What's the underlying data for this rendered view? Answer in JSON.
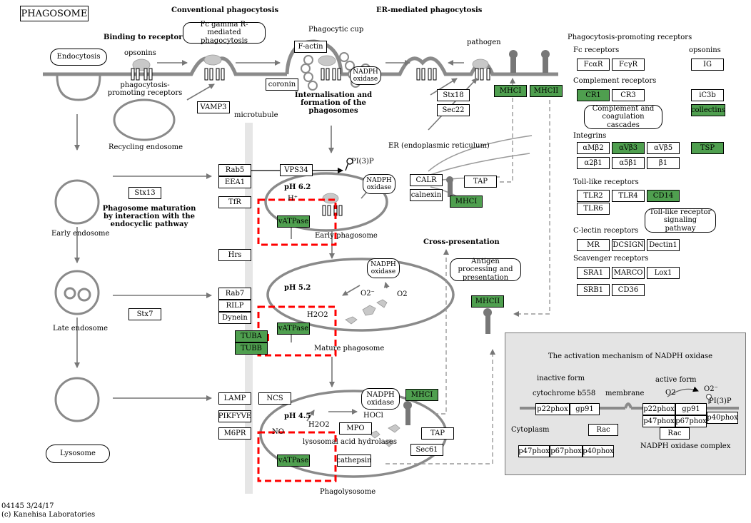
{
  "title": "PHAGOSOME",
  "section_headers": {
    "conventional": "Conventional phagocytosis",
    "er_mediated": "ER-mediated phagocytosis",
    "binding": "Binding to receptor",
    "internalisation": "Internalisation and formation of the phagosomes",
    "maturation": "Phagosome maturation by interaction with the endocyclic pathway",
    "cross": "Cross-presentation"
  },
  "labels": {
    "opsonins": "opsonins",
    "phago_receptors": "phagocytosis-promoting receptors",
    "phagocytic_cup": "Phagocytic cup",
    "pathogen": "pathogen",
    "microtubule": "microtubule",
    "recycling_endosome": "Recycling endosome",
    "early_endosome": "Early endosome",
    "late_endosome": "Late endosome",
    "er": "ER (endoplasmic reticulum)",
    "ph62": "pH 6.2",
    "ph52": "pH 5.2",
    "ph45": "pH 4.5",
    "early_phagosome": "Early phagosome",
    "mature_phagosome": "Mature phagosome",
    "phagolysosome": "Phagolysosome",
    "hplus": "H⁺",
    "o2minus": "O2⁻",
    "o2": "O2",
    "h2o2": "H2O2",
    "h2o2b": "H2O2",
    "hocl": "HOCl",
    "no": "NO",
    "pi3p": "PI(3)P",
    "lysosomal": "lysosomal acid hydrolases",
    "footer_id": "04145 3/24/17",
    "footer_copy": "(c) Kanehisa Laboratories"
  },
  "rounded_boxes": {
    "endocytosis": "Endocytosis",
    "fc_gamma": "Fc gamma R-mediated phagocytosis",
    "nadph_cup": "NADPH oxidase",
    "nadph_early": "NADPH oxidase",
    "nadph_mature": "NADPH oxidase",
    "nadph_lyso": "NADPH oxidase",
    "antigen": "Antigen processing and presentation",
    "lysosome": "Lysosome",
    "complement_cascades": "Complement and coagulation cascades",
    "tlr_pathway": "Toll-like receptor signaling pathway"
  },
  "genes": {
    "factin": "F-actin",
    "coronin": "coronin",
    "vamp3": "VAMP3",
    "stx18": "Stx18",
    "sec22": "Sec22",
    "mhci_top": "MHCI",
    "mhcii_top": "MHCII",
    "rab5": "Rab5",
    "eea1": "EEA1",
    "tfr": "TfR",
    "vps34": "VPS34",
    "stx13": "Stx13",
    "hrs": "Hrs",
    "rab7": "Rab7",
    "rilp": "RILP",
    "dynein": "Dynein",
    "tuba": "TUBA",
    "tubb": "TUBB",
    "stx7": "Stx7",
    "calr": "CALR",
    "calnexin": "calnexin",
    "tap_top": "TAP",
    "mhci_er": "MHCI",
    "vatpase1": "vATPase",
    "vatpase2": "vATPase",
    "vatpase3": "vATPase",
    "mhcii_mid": "MHCII",
    "lamp": "LAMP",
    "pikfyve": "PIKFYVE",
    "m6pr": "M6PR",
    "ncs": "NCS",
    "mpo": "MPO",
    "mhci_lyso": "MHCI",
    "tap_lyso": "TAP",
    "sec61": "Sec61",
    "cathepsin": "cathepsin"
  },
  "receptors_panel": {
    "heading": "Phagocytosis-promoting receptors",
    "fc_label": "Fc receptors",
    "opsonins_label": "opsonins",
    "fcar": "FcαR",
    "fcyr": "FcγR",
    "ig": "IG",
    "complement_label": "Complement receptors",
    "cr1": "CR1",
    "cr3": "CR3",
    "ic3b": "iC3b",
    "collectins": "collectins",
    "integrins_label": "Integrins",
    "amb2": "αMβ2",
    "avb3": "αVβ3",
    "avb5": "αVβ5",
    "tsp": "TSP",
    "a2b1": "α2β1",
    "a5b1": "α5β1",
    "b1": "β1",
    "tlr_label": "Toll-like receptors",
    "tlr2": "TLR2",
    "tlr4": "TLR4",
    "cd14": "CD14",
    "tlr6": "TLR6",
    "clectin_label": "C-lectin receptors",
    "mr": "MR",
    "dcsign": "DCSIGN",
    "dectin1": "Dectin1",
    "scavenger_label": "Scavenger receptors",
    "sra1": "SRA1",
    "marco": "MARCO",
    "lox1": "Lox1",
    "srb1": "SRB1",
    "cd36": "CD36"
  },
  "nadph_panel": {
    "heading": "The activation mechanism of NADPH oxidase",
    "inactive": "inactive form",
    "active": "active form",
    "cytochrome": "cytochrome b558",
    "membrane": "membrane",
    "cytoplasm": "Cytoplasm",
    "complex": "NADPH oxidase complex",
    "o2": "O2",
    "o2minus": "O2⁻",
    "pi3p": "PI(3)P",
    "p22a": "p22phox",
    "gp91a": "gp91",
    "rac_a": "Rac",
    "p47a": "p47phox",
    "p67a": "p67phox",
    "p40a": "p40phox",
    "p22b": "p22phox",
    "gp91b": "gp91",
    "p47b": "p47phox",
    "p67b": "p67phox",
    "p40b": "p40phox",
    "rac_b": "Rac"
  },
  "colors": {
    "highlight_green": "#4f9f4f",
    "membrane_gray": "#8a8a8a",
    "dashed_red": "#ff0000",
    "panel_gray": "#e4e4e4"
  }
}
